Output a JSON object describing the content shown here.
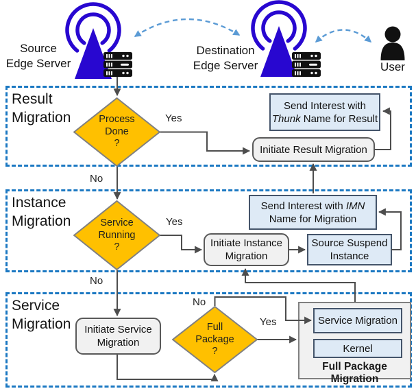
{
  "header": {
    "source_server": {
      "line1": "Source",
      "line2": "Edge Server"
    },
    "destination_server": {
      "line1": "Destination",
      "line2": "Edge Server"
    },
    "user_label": "User"
  },
  "sections": {
    "result": {
      "title_line1": "Result",
      "title_line2": "Migration"
    },
    "instance": {
      "title_line1": "Instance",
      "title_line2": "Migration"
    },
    "service": {
      "title_line1": "Service",
      "title_line2": "Migration"
    }
  },
  "diamonds": {
    "process_done": {
      "lines": [
        "Process",
        "Done",
        "?"
      ]
    },
    "service_running": {
      "lines": [
        "Service",
        "Running",
        "?"
      ]
    },
    "full_package": {
      "lines": [
        "Full",
        "Package",
        "?"
      ]
    }
  },
  "boxes": {
    "send_interest_thunk": {
      "line1": "Send Interest with",
      "line2_italic": "Thunk",
      "line2_rest": " Name for Result"
    },
    "initiate_result": {
      "label": "Initiate Result Migration"
    },
    "send_interest_imn": {
      "line1_pre": "Send Interest with ",
      "line1_italic": "IMN",
      "line2": "Name for Migration"
    },
    "initiate_instance": {
      "line1": "Initiate Instance",
      "line2": "Migration"
    },
    "source_suspend": {
      "line1": "Source Suspend",
      "line2": "Instance"
    },
    "initiate_service": {
      "line1": "Initiate Service",
      "line2": "Migration"
    },
    "service_migration_inner": {
      "label": "Service Migration"
    },
    "kernel_inner": {
      "label": "Kernel"
    },
    "full_package_container": {
      "label": "Full Package Migration"
    }
  },
  "edge_labels": {
    "process_yes": "Yes",
    "process_no": "No",
    "running_yes": "Yes",
    "running_no": "No",
    "package_no": "No",
    "package_yes": "Yes"
  },
  "icons": {
    "source_antenna": "antenna-tower-icon",
    "destination_antenna": "antenna-tower-icon",
    "source_server_rack": "server-rack-icon",
    "destination_server_rack": "server-rack-icon",
    "user": "person-icon",
    "wireless_links": "dashed-double-arrow-icon"
  },
  "colors": {
    "diamond_fill": "#FFC000",
    "diamond_border": "#808080",
    "blue_box_fill": "#DEEAF6",
    "blue_box_border": "#44546A",
    "gray_box_fill": "#F1F1F1",
    "gray_box_border": "#595959",
    "section_dashed_border": "#1B78C2",
    "arrow_gray": "#4D4D4D",
    "antenna_blue": "#2807D0",
    "icon_black": "#111111",
    "wireless_dash_blue": "#5B9BD5"
  }
}
